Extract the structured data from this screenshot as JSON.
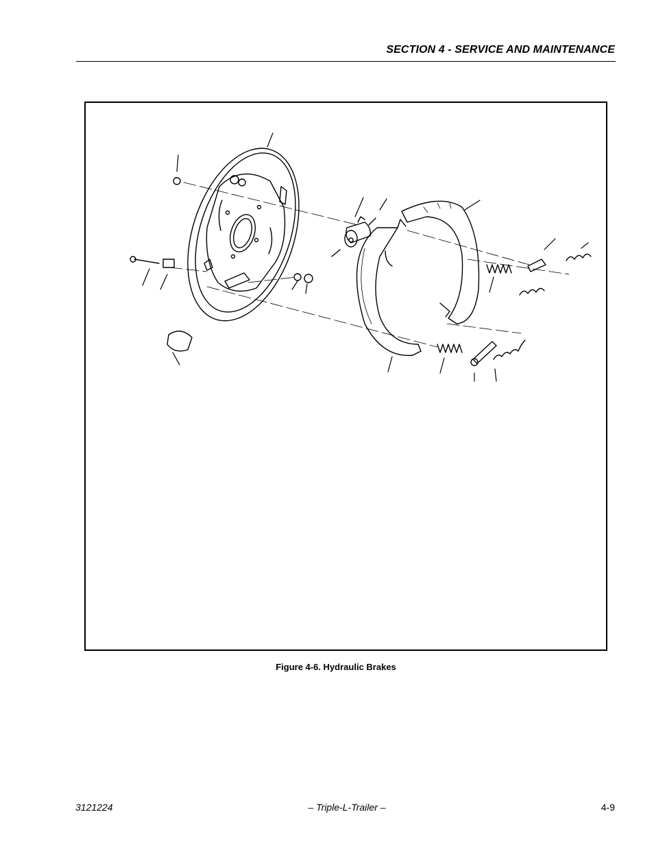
{
  "header": {
    "section_title": "SECTION 4 - SERVICE AND MAINTENANCE"
  },
  "figure": {
    "caption": "Figure 4-6.  Hydraulic Brakes"
  },
  "footer": {
    "doc_number": "3121224",
    "product": "– Triple-L-Trailer –",
    "page_number": "4-9"
  }
}
